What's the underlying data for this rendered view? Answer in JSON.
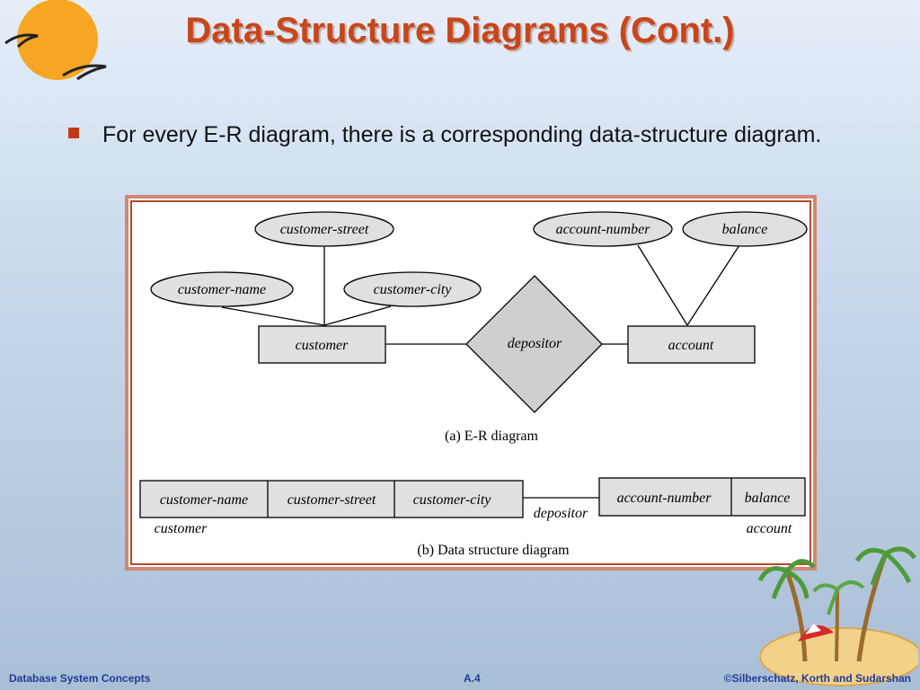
{
  "slide": {
    "title": "Data-Structure Diagrams (Cont.)",
    "bullet": "For every E-R diagram, there is a corresponding data-structure diagram."
  },
  "diagram": {
    "er": {
      "attributes": {
        "customer_street": "customer-street",
        "customer_name": "customer-name",
        "customer_city": "customer-city",
        "account_number": "account-number",
        "balance": "balance"
      },
      "entities": {
        "customer": "customer",
        "account": "account"
      },
      "relationship": "depositor",
      "caption": "(a) E-R diagram"
    },
    "ds": {
      "customer_fields": [
        "customer-name",
        "customer-street",
        "customer-city"
      ],
      "account_fields": [
        "account-number",
        "balance"
      ],
      "customer_label": "customer",
      "account_label": "account",
      "link_label": "depositor",
      "caption": "(b) Data structure diagram"
    }
  },
  "footer": {
    "left": "Database System Concepts",
    "center": "A.4",
    "right": "©Silberschatz, Korth and Sudarshan"
  }
}
